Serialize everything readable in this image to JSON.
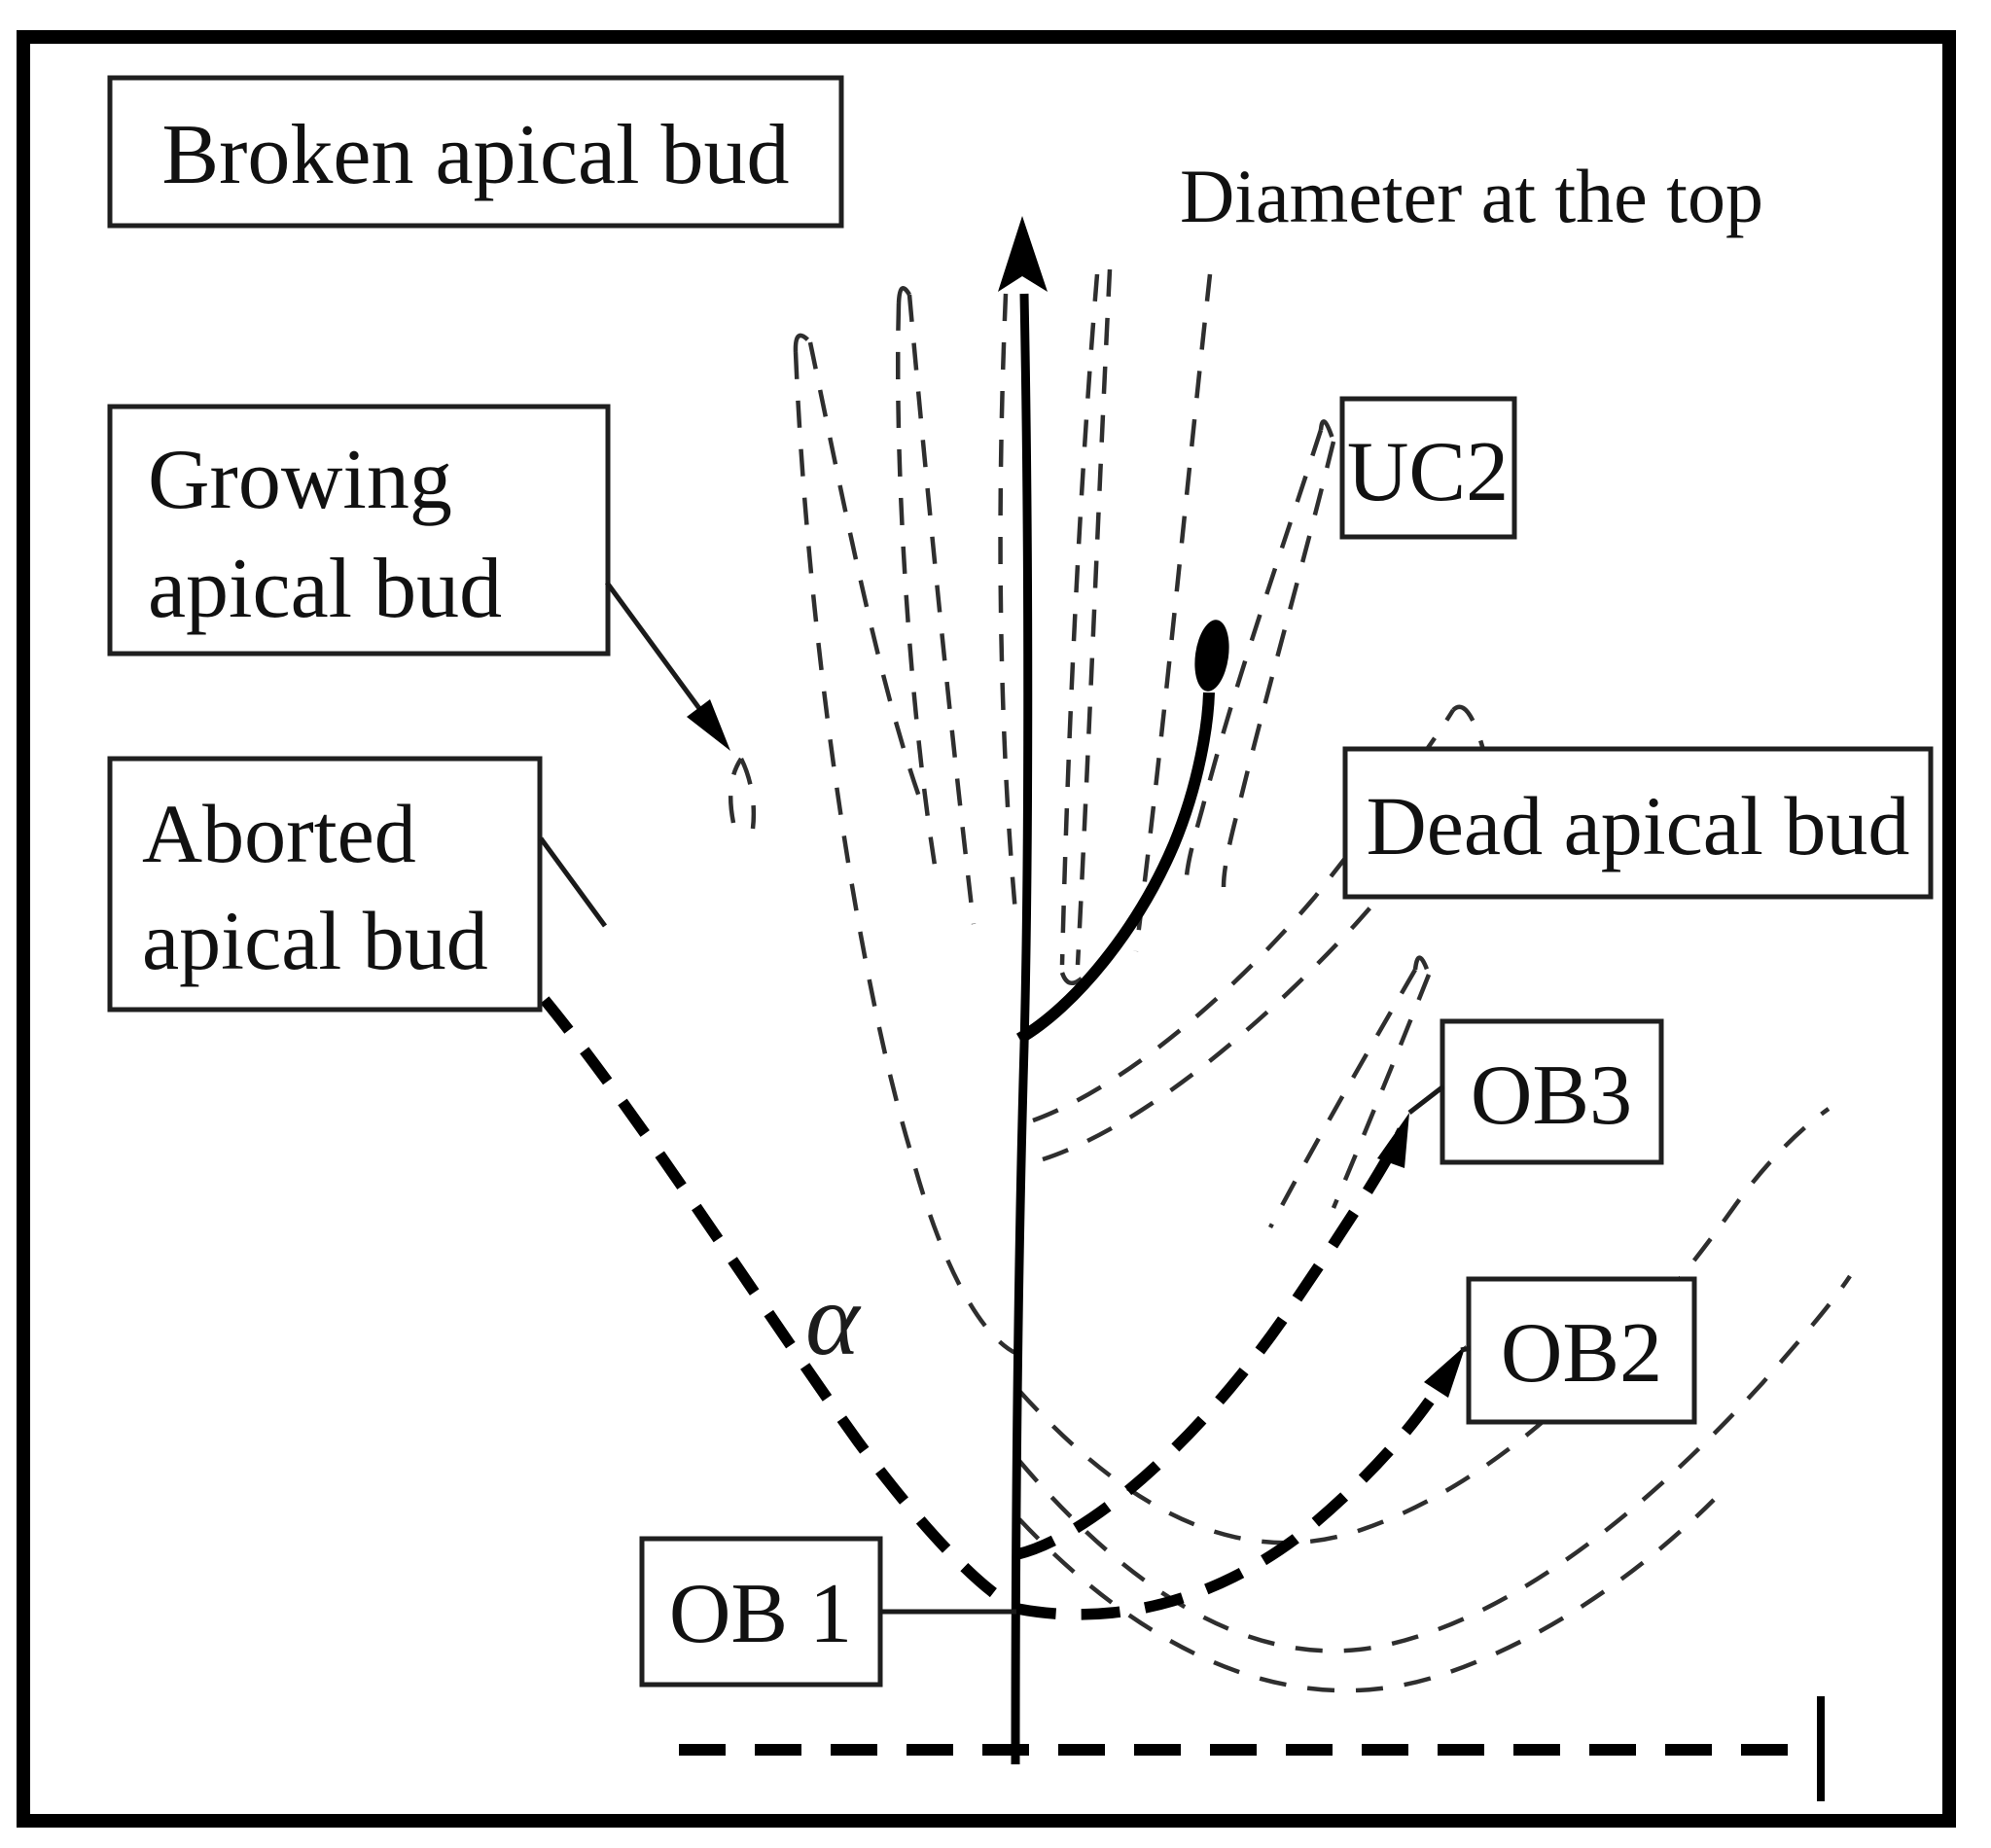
{
  "figure": {
    "background": "#ffffff",
    "border_color": "#000000",
    "line_color": "#000000",
    "text_color": "#111111",
    "labels": {
      "broken": "Broken apical bud",
      "diameter": "Diameter at the top",
      "growing_line1": "Growing",
      "growing_line2": "apical bud",
      "aborted_line1": "Aborted",
      "aborted_line2": "apical bud",
      "uc2": "UC2",
      "dead": "Dead apical bud",
      "ob3": "OB3",
      "ob2": "OB2",
      "ob1": "OB 1",
      "alpha": "α"
    }
  }
}
